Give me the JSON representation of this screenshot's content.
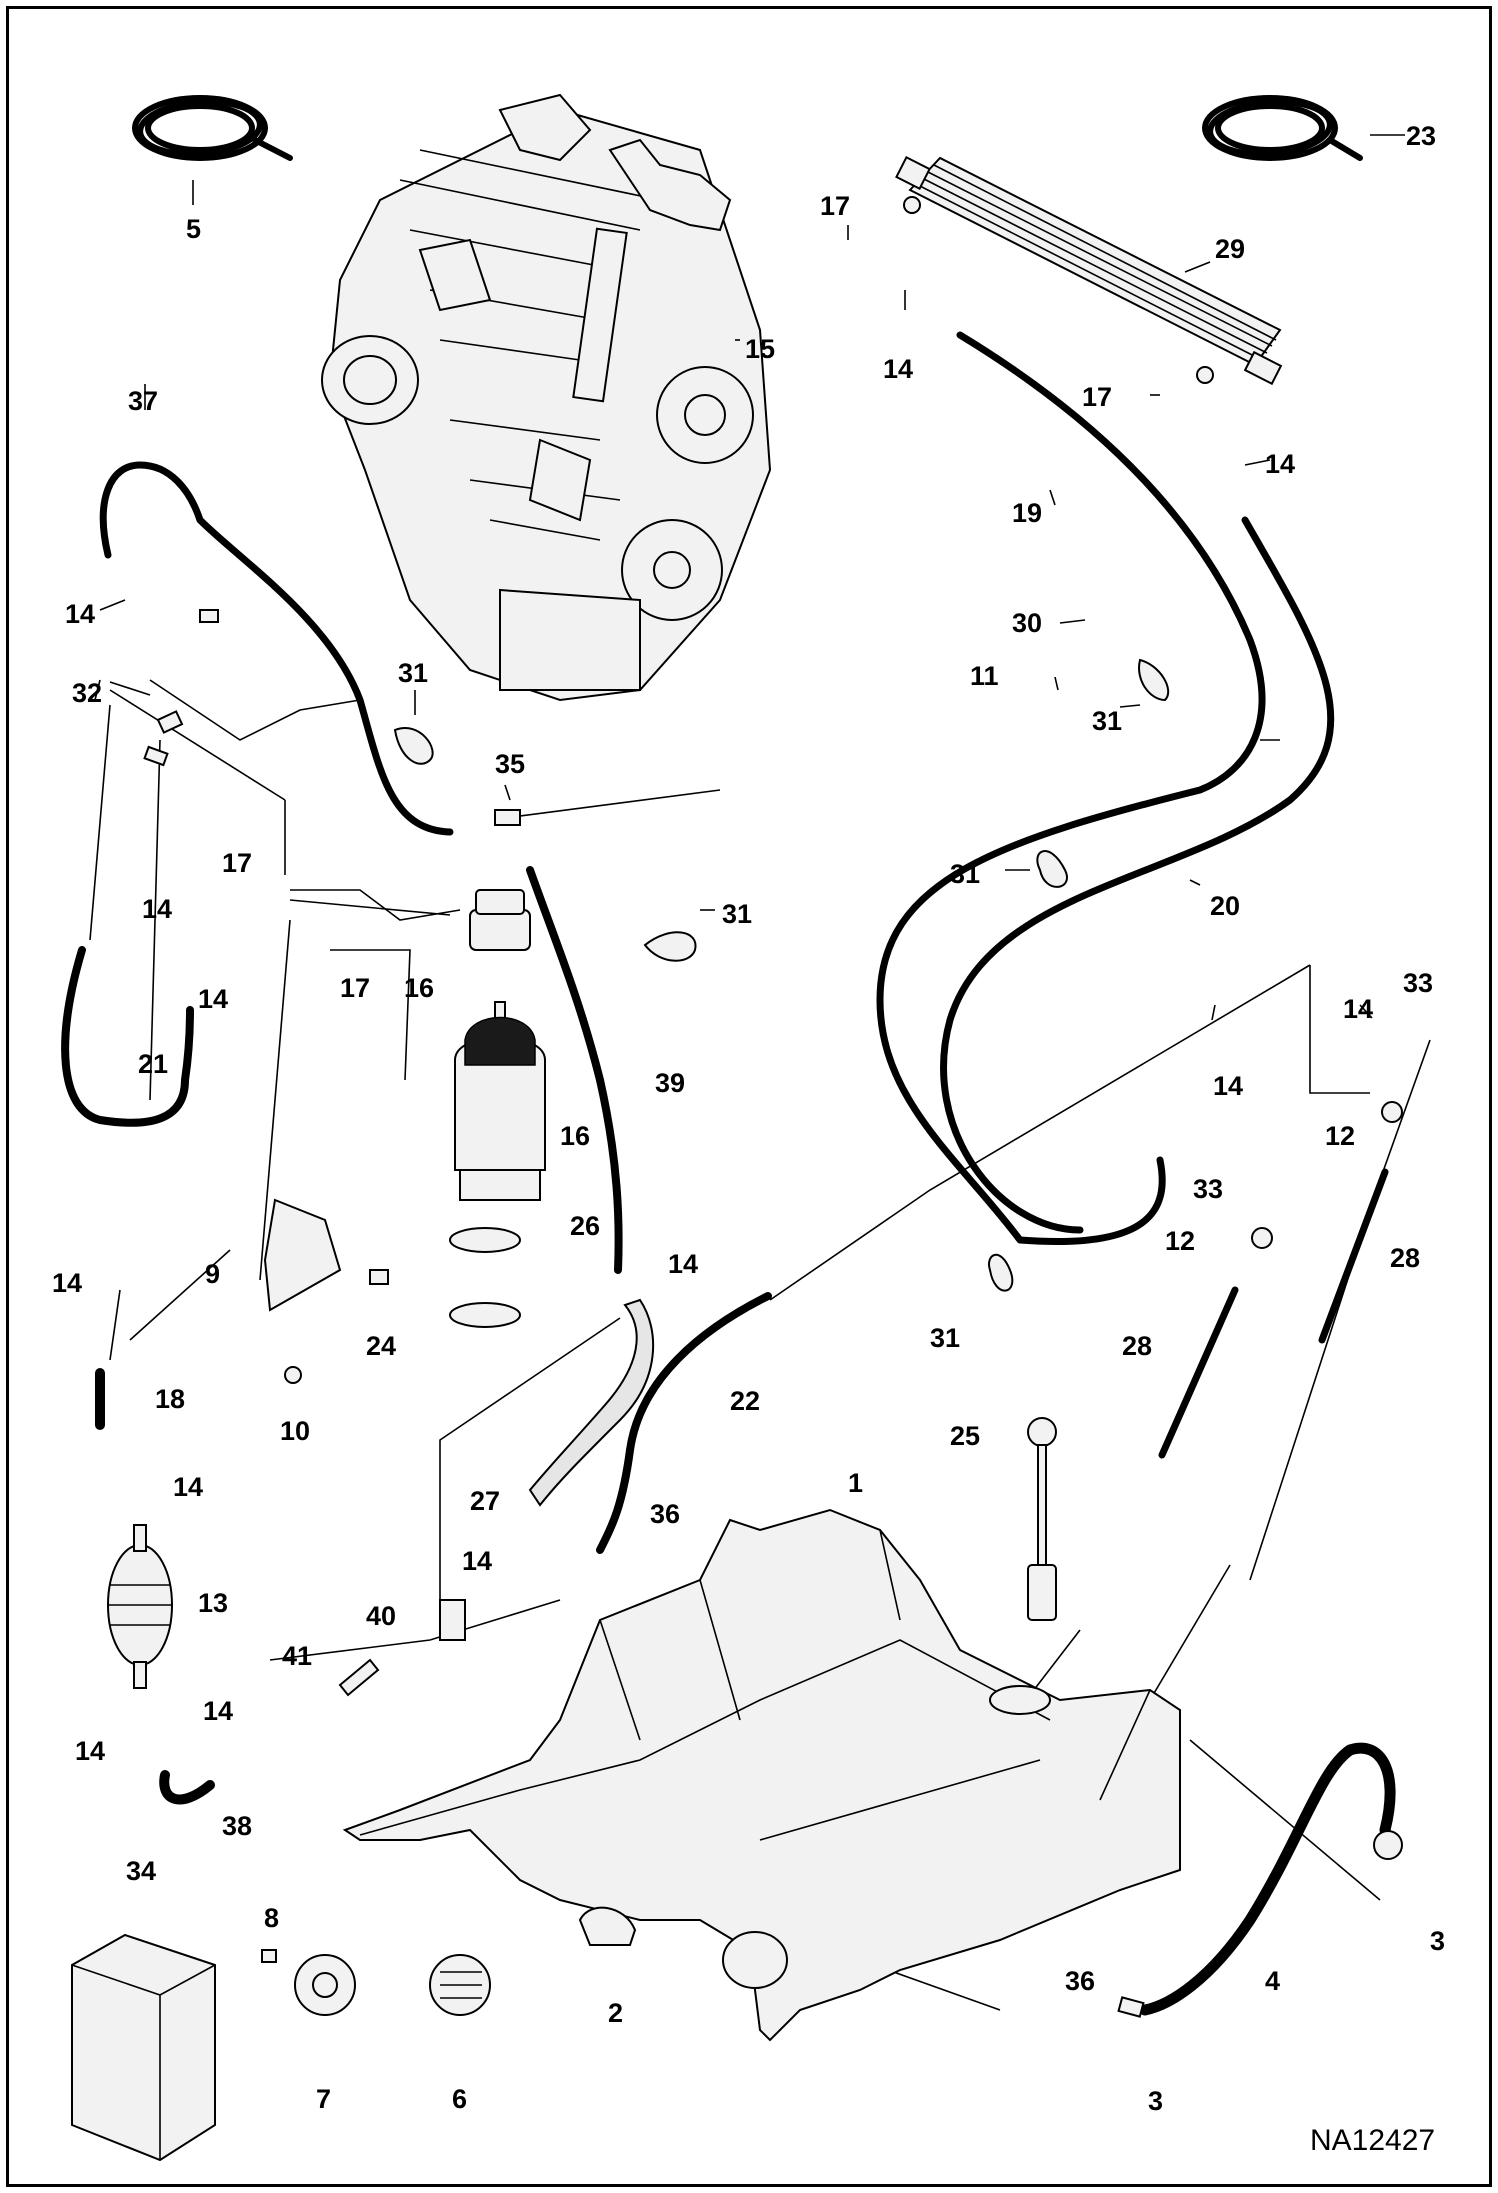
{
  "diagram": {
    "reference_code": "NA12427",
    "callouts": [
      "1",
      "2",
      "3",
      "4",
      "5",
      "6",
      "7",
      "8",
      "9",
      "10",
      "11",
      "12",
      "13",
      "14",
      "15",
      "16",
      "17",
      "18",
      "19",
      "20",
      "21",
      "22",
      "23",
      "24",
      "25",
      "26",
      "27",
      "28",
      "29",
      "30",
      "31",
      "32",
      "33",
      "34",
      "35",
      "36",
      "37",
      "38",
      "39",
      "40",
      "41"
    ]
  }
}
